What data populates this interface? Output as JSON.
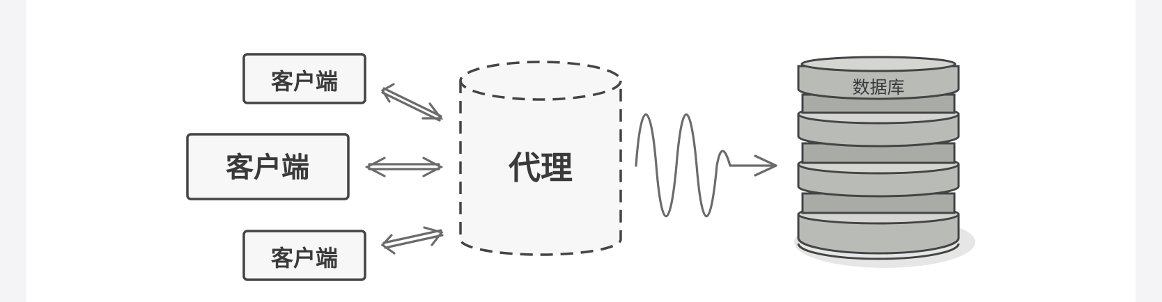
{
  "diagram": {
    "clients": [
      {
        "label": "客户端"
      },
      {
        "label": "客户端"
      },
      {
        "label": "客户端"
      }
    ],
    "proxy": {
      "label": "代理"
    },
    "database": {
      "label": "数据库"
    }
  },
  "colors": {
    "stroke": "#444444",
    "arrow": "#6b6b6b",
    "box_fill": "#f7f7f7",
    "db_fill": "#b9bbb6",
    "db_highlight": "#d5d6d2",
    "shadow": "#e6e6e6"
  }
}
